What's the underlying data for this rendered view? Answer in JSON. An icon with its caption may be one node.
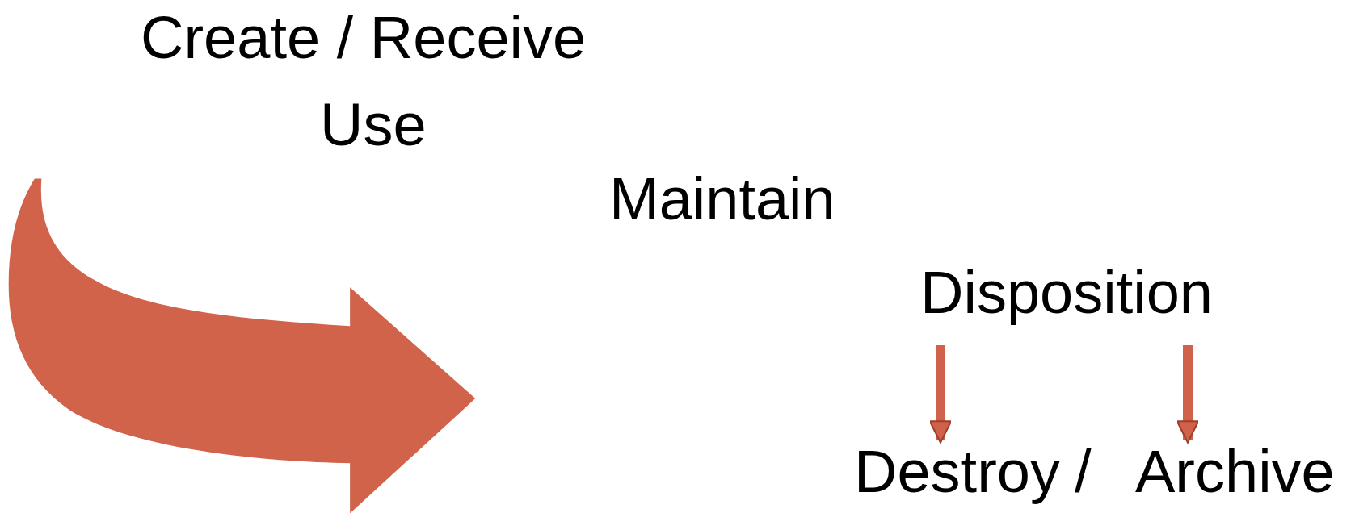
{
  "diagram": {
    "nodes": [
      {
        "text": [
          "Create / Receive"
        ]
      },
      {
        "text": [
          "Use"
        ]
      },
      {
        "text": [
          "Maintain"
        ]
      },
      {
        "text": [
          "Disposition"
        ]
      },
      {
        "text": [
          "Destroy"
        ]
      },
      {
        "text": [
          "Archive"
        ]
      }
    ],
    "edges": [
      {
        "from": 3,
        "to": 4,
        "arrow": "to"
      },
      {
        "from": 3,
        "to": 5,
        "arrow": "to"
      }
    ],
    "labels": [
      "/"
    ]
  }
}
